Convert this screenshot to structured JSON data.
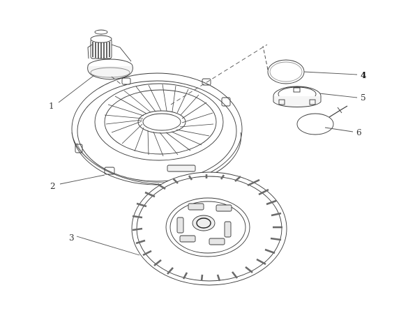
{
  "diagram": {
    "labels": [
      {
        "id": "1",
        "text": "1"
      },
      {
        "id": "2",
        "text": "2"
      },
      {
        "id": "3",
        "text": "3"
      },
      {
        "id": "4",
        "text": "4"
      },
      {
        "id": "5",
        "text": "5"
      },
      {
        "id": "6",
        "text": "6"
      }
    ],
    "parts": [
      {
        "id": "1",
        "icon": "release-bearing-icon"
      },
      {
        "id": "2",
        "icon": "pressure-plate-icon"
      },
      {
        "id": "3",
        "icon": "clutch-disc-icon"
      },
      {
        "id": "4",
        "icon": "snap-ring-icon"
      },
      {
        "id": "5",
        "icon": "retainer-ring-icon"
      },
      {
        "id": "6",
        "icon": "wire-clip-icon"
      }
    ],
    "colors": {
      "line": "#3c3c3c",
      "friction": "#6a6a6a",
      "background": "#ffffff"
    }
  }
}
